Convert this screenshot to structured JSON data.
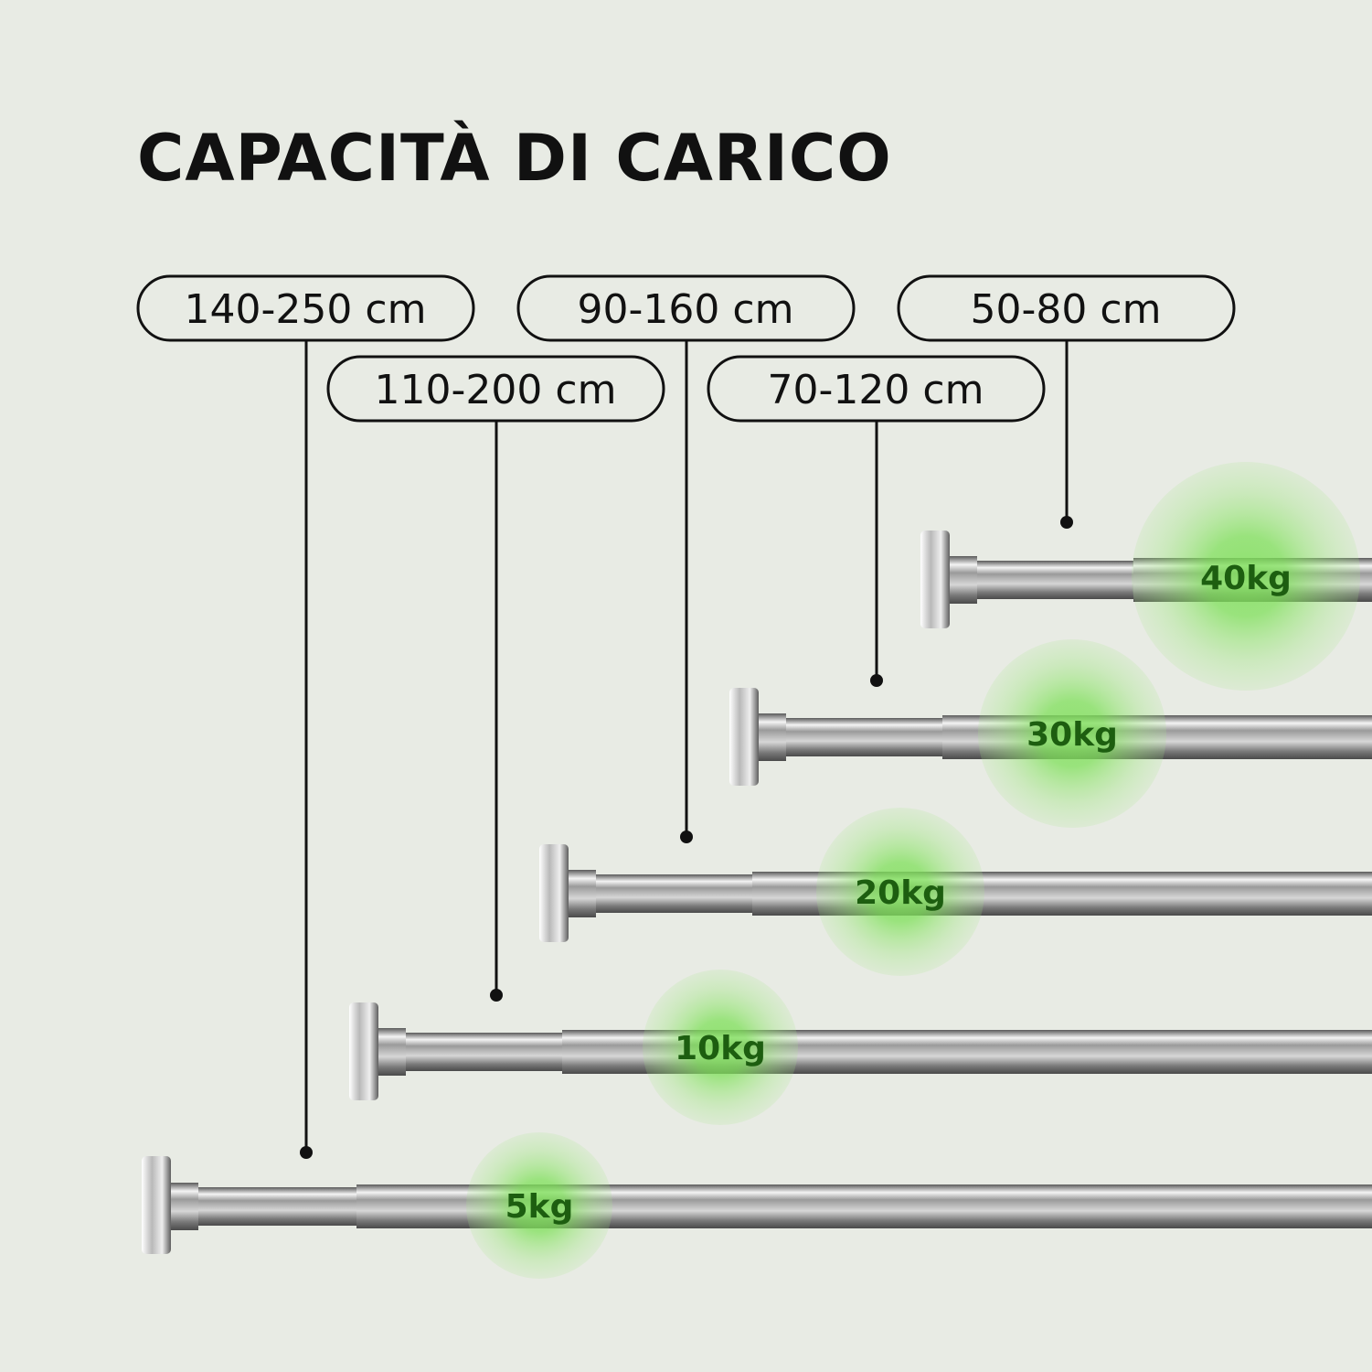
{
  "title": "CAPACITÀ DI CARICO",
  "colors": {
    "background": "#e8ebe4",
    "text": "#111111",
    "weight_text": "#1d5e10",
    "glow": "#7fe05a",
    "steel_dark": "#6e6e6e",
    "steel_light": "#e9e9e9"
  },
  "rods": [
    {
      "range": "140-250 cm",
      "weight": "5kg"
    },
    {
      "range": "110-200 cm",
      "weight": "10kg"
    },
    {
      "range": "90-160 cm",
      "weight": "20kg"
    },
    {
      "range": "70-120 cm",
      "weight": "30kg"
    },
    {
      "range": "50-80 cm",
      "weight": "40kg"
    }
  ]
}
